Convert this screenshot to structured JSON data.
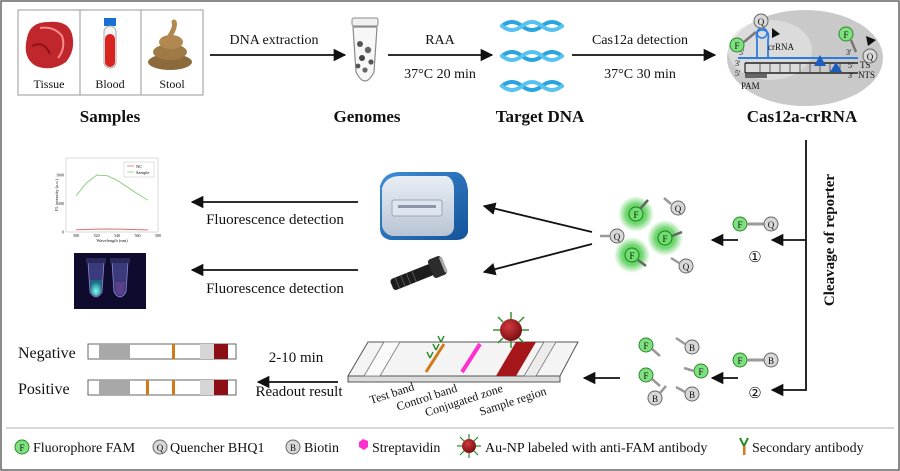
{
  "samples": {
    "items": [
      "Tissue",
      "Blood",
      "Stool"
    ],
    "title": "Samples"
  },
  "steps": {
    "dna_extraction": "DNA extraction",
    "raa": "RAA",
    "raa_condition": "37°C 20 min",
    "cas12a_detection": "Cas12a detection",
    "cas12a_condition": "37°C 30 min"
  },
  "stages": {
    "genomes": "Genomes",
    "target_dna": "Target DNA",
    "cas12a_crrna": "Cas12a-crRNA"
  },
  "complex_labels": {
    "crrna": "crRNA",
    "ts": "TS",
    "nts": "NTS",
    "pam": "PAM",
    "five_prime": "5'",
    "three_prime": "3'"
  },
  "cleavage": "Cleavage of reporter",
  "readouts": {
    "fluorescence_1": "Fluorescence detection",
    "fluorescence_2": "Fluorescence detection",
    "circle_1": "①",
    "circle_2": "②",
    "time": "2-10 min",
    "readout_result": "Readout result"
  },
  "chart_data": {
    "type": "line",
    "title": "",
    "xlabel": "Wavelength (nm)",
    "ylabel": "FL intensity (a.u.)",
    "series": [
      {
        "name": "NC",
        "values": [
          40,
          45,
          50,
          52,
          50,
          46,
          42,
          38
        ]
      },
      {
        "name": "Sample",
        "values": [
          640,
          860,
          1000,
          990,
          910,
          790,
          670,
          560
        ]
      }
    ],
    "x": [
      500,
      510,
      520,
      530,
      540,
      550,
      560,
      570
    ],
    "xlim": [
      490,
      580
    ],
    "ylim": [
      0,
      1300
    ],
    "x_ticks": [
      "500",
      "520",
      "540",
      "560",
      "580"
    ],
    "y_ticks": [
      "0",
      "500",
      "1000"
    ],
    "legend_position": "top-right",
    "colors": {
      "NC": "#e07070",
      "Sample": "#8cd27a"
    }
  },
  "results": {
    "negative": "Negative",
    "positive": "Positive"
  },
  "strip_labels": {
    "test_band": "Test band",
    "control_band": "Control band",
    "conjugated_zone": "Conjugated zone",
    "sample_region": "Sample region"
  },
  "reporter_letters": {
    "fam": "F",
    "quencher": "Q",
    "biotin": "B"
  },
  "legend": {
    "fam": "Fluorophore FAM",
    "quencher": "Quencher BHQ1",
    "biotin": "Biotin",
    "streptavidin": "Streptavidin",
    "aunp": "Au-NP labeled with anti-FAM antibody",
    "secondary": "Secondary antibody"
  },
  "colors": {
    "fam_green": "#7fe07f",
    "glow_green": "#2ecc2e",
    "quencher_gray": "#c8c8c8",
    "streptavidin_magenta": "#ff2fd0",
    "aunp_red": "#a4161a",
    "antibody_green": "#2a8a2a",
    "secondary_orange": "#d07a18",
    "dna_blue": "#28a4e0"
  }
}
